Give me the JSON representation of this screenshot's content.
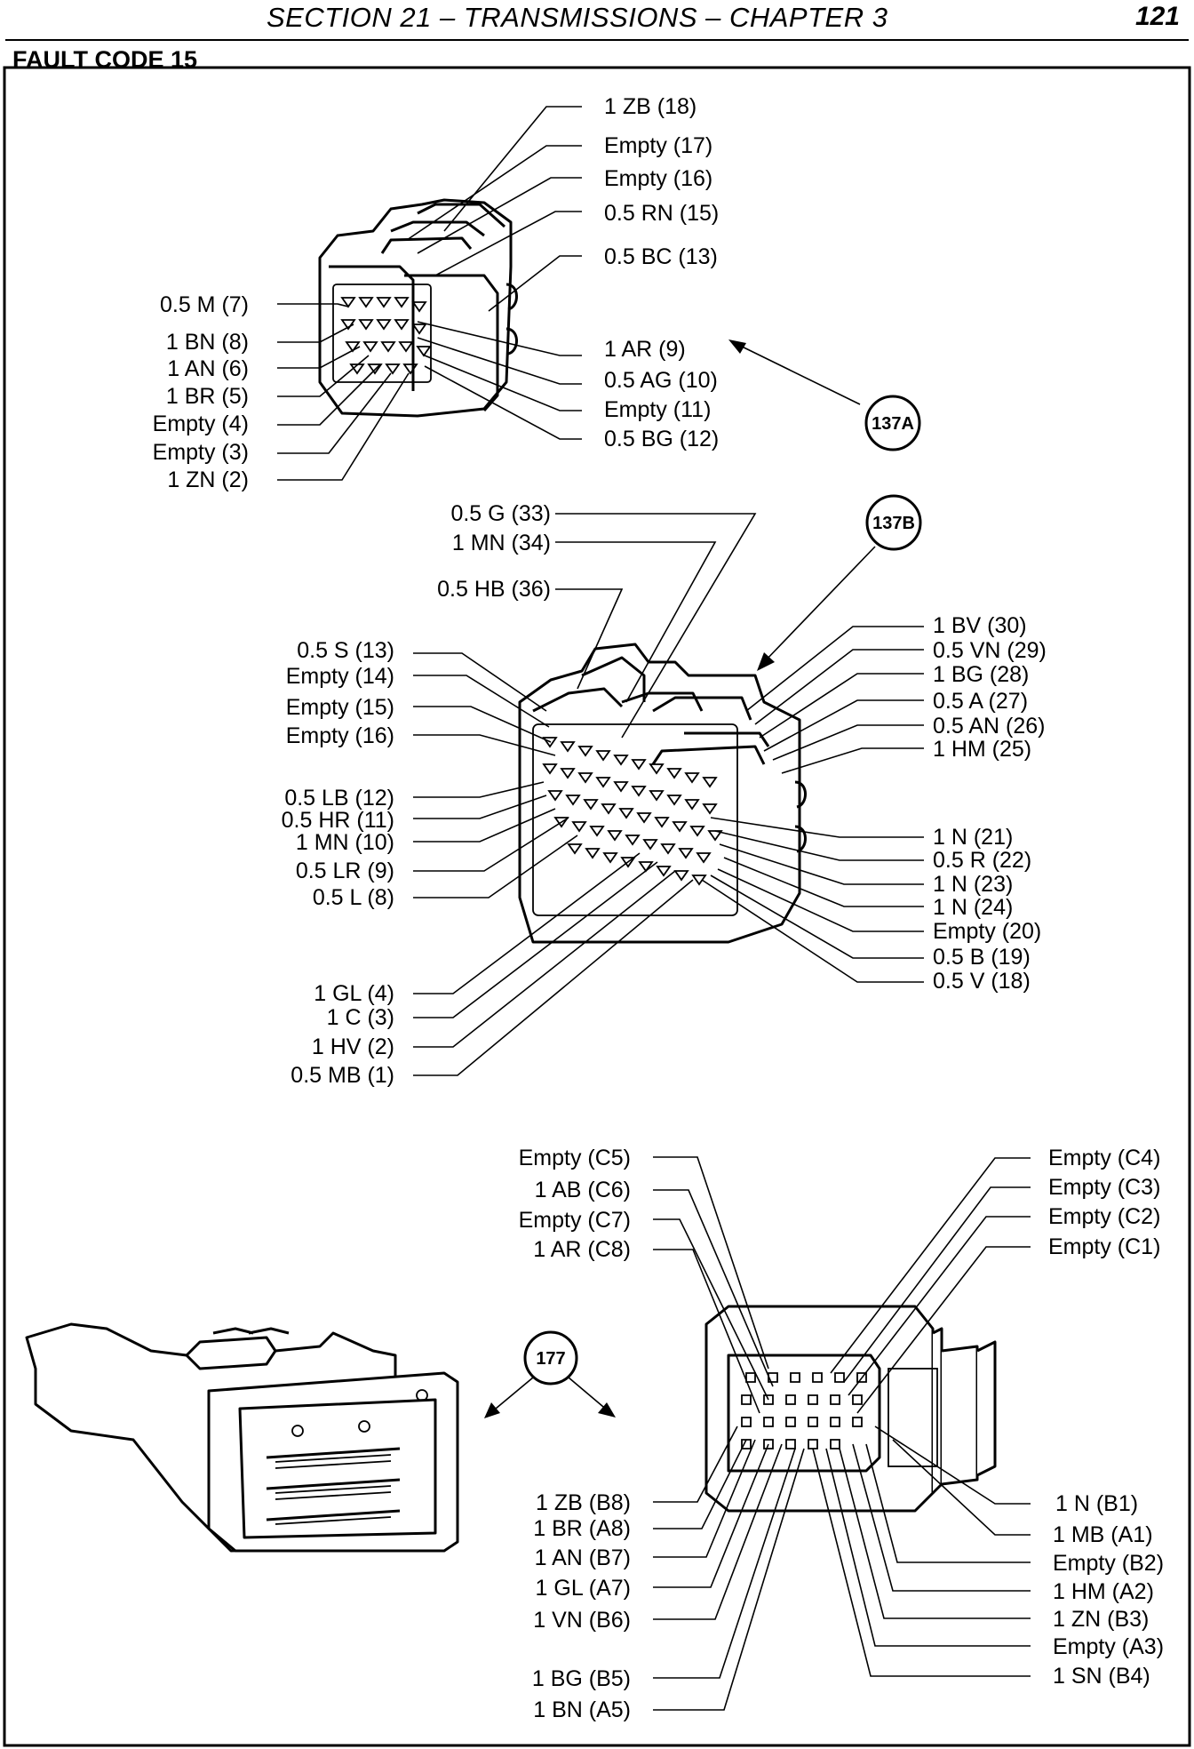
{
  "header": {
    "title": "SECTION 21 – TRANSMISSIONS – CHAPTER 3",
    "page_number": "121"
  },
  "heading": "FAULT CODE 15",
  "connector_137A": {
    "ref": "137A",
    "left_labels": [
      "0.5 M (7)",
      "1 BN (8)",
      "1 AN (6)",
      "1 BR (5)",
      "Empty (4)",
      "Empty (3)",
      "1 ZN (2)"
    ],
    "right_labels": [
      "1 ZB (18)",
      "Empty (17)",
      "Empty (16)",
      "0.5 RN (15)",
      "0.5 BC (13)",
      "1 AR (9)",
      "0.5 AG (10)",
      "Empty (11)",
      "0.5 BG (12)"
    ]
  },
  "connector_137B": {
    "ref": "137B",
    "top_labels": [
      "0.5 G (33)",
      "1 MN (34)",
      "0.5 HB (36)"
    ],
    "left_labels": [
      "0.5 S (13)",
      "Empty (14)",
      "Empty (15)",
      "Empty (16)",
      "0.5 LB (12)",
      "0.5 HR (11)",
      "1 MN (10)",
      "0.5 LR (9)",
      "0.5 L (8)",
      "1 GL (4)",
      "1 C (3)",
      "1 HV (2)",
      "0.5 MB (1)"
    ],
    "right_labels": [
      "1 BV (30)",
      "0.5 VN (29)",
      "1 BG (28)",
      "0.5 A (27)",
      "0.5 AN (26)",
      "1 HM (25)",
      "1 N (21)",
      "0.5 R (22)",
      "1 N (23)",
      "1 N (24)",
      "Empty (20)",
      "0.5 B (19)",
      "0.5 V (18)"
    ]
  },
  "connector_177": {
    "ref": "177",
    "top_left_labels": [
      "Empty (C5)",
      "1 AB (C6)",
      "Empty (C7)",
      "1 AR (C8)"
    ],
    "top_right_labels": [
      "Empty (C4)",
      "Empty (C3)",
      "Empty (C2)",
      "Empty (C1)"
    ],
    "bottom_left_labels": [
      "1 ZB (B8)",
      "1 BR (A8)",
      "1 AN (B7)",
      "1 GL (A7)",
      "1 VN (B6)",
      "1 BG (B5)",
      "1 BN (A5)"
    ],
    "bottom_right_labels": [
      "1 N (B1)",
      "1 MB (A1)",
      "Empty (B2)",
      "1 HM (A2)",
      "1 ZN (B3)",
      "Empty (A3)",
      "1 SN (B4)"
    ]
  }
}
